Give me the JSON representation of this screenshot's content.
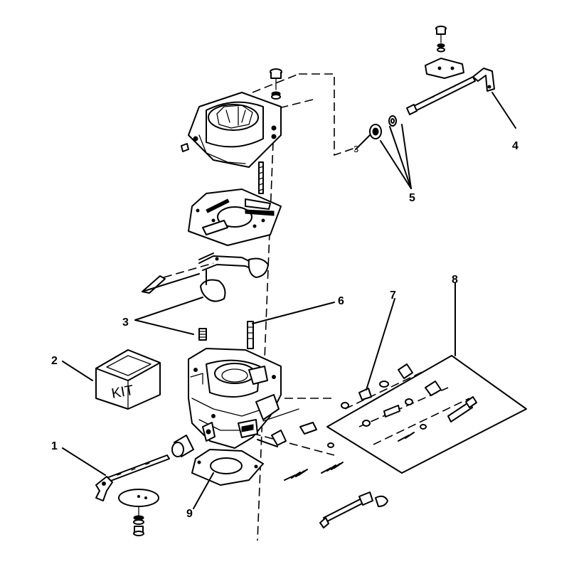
{
  "diagram": {
    "callouts": [
      {
        "id": "1",
        "label": "1"
      },
      {
        "id": "2",
        "label": "2"
      },
      {
        "id": "3",
        "label": "3"
      },
      {
        "id": "3b",
        "label": "3"
      },
      {
        "id": "4",
        "label": "4"
      },
      {
        "id": "5",
        "label": "5"
      },
      {
        "id": "6",
        "label": "6"
      },
      {
        "id": "7",
        "label": "7"
      },
      {
        "id": "8",
        "label": "8"
      },
      {
        "id": "9",
        "label": "9"
      }
    ],
    "kit_box_label": "KIT"
  }
}
